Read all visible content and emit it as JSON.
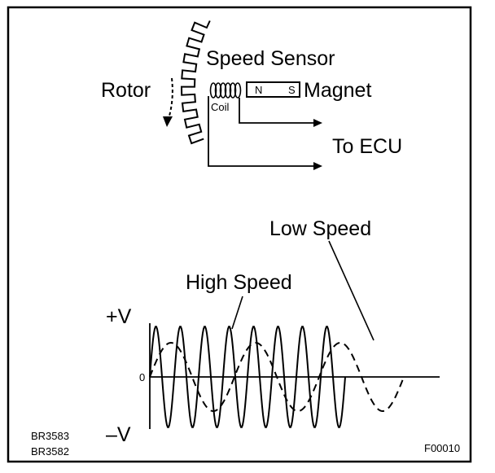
{
  "labels": {
    "rotor": "Rotor",
    "speed_sensor": "Speed Sensor",
    "coil": "Coil",
    "magnet_n": "N",
    "magnet_s": "S",
    "magnet": "Magnet",
    "to_ecu": "To ECU",
    "low_speed": "Low Speed",
    "high_speed": "High Speed",
    "plus_v": "+V",
    "minus_v": "–V",
    "zero": "0",
    "code_1": "BR3583",
    "code_2": "BR3582",
    "figure_id": "F00010"
  },
  "waveforms": {
    "high_speed_cycles": 8,
    "low_speed_cycles": 3
  }
}
